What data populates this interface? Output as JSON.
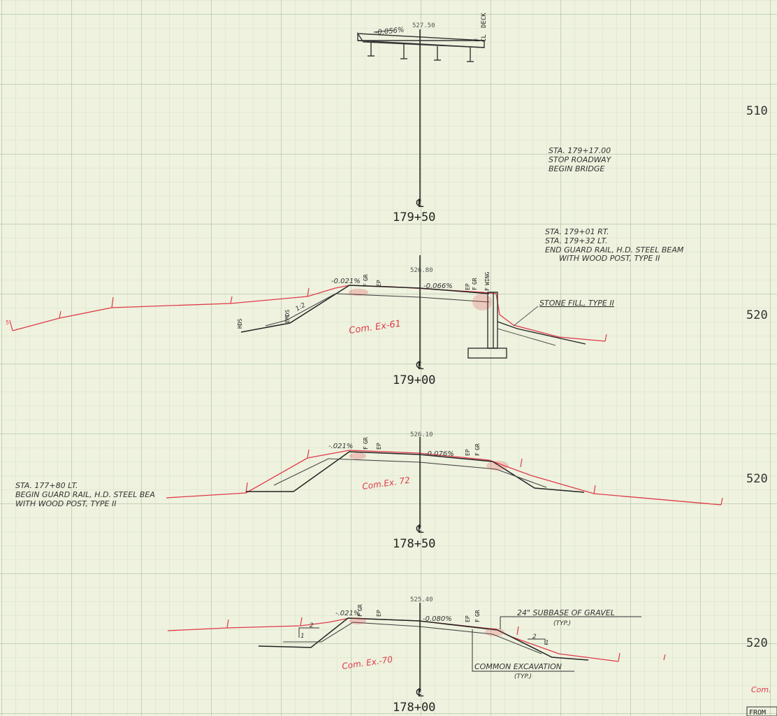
{
  "colors": {
    "ink": "#222222",
    "red": "#e03a4a",
    "pencil": "#555555",
    "paper": "#eef2de"
  },
  "elevations": {
    "e1": "510",
    "e2": "520",
    "e3": "520",
    "e4": "520"
  },
  "top_section": {
    "elev": "527.50",
    "slope": "-0.056%",
    "labels": {
      "f": "F",
      "cl": "CL",
      "deck": "DECK"
    }
  },
  "note_bridge": {
    "l1": "STA. 179+17.00",
    "l2": "STOP ROADWAY",
    "l3": "BEGIN BRIDGE"
  },
  "cl": {
    "symbol": "℄",
    "s1": "179+50",
    "s2": "179+00",
    "s3": "178+50",
    "s4": "178+00"
  },
  "note_guardrail_end": {
    "l1": "STA. 179+01 RT.",
    "l2": "STA. 179+32 LT.",
    "l3": "END GUARD RAIL, H.D. STEEL BEAM",
    "l4": "WITH WOOD POST, TYPE II"
  },
  "sec2": {
    "elev": "526.80",
    "slope_l": "-0.021%",
    "slope_r": "-0.066%",
    "f": "F",
    "gr": "GR",
    "ep": "EP",
    "wing": "WING",
    "hds": "HDS",
    "emds": "EMDS",
    "ratio": "1:2",
    "stone_fill": "STONE FILL, TYPE II",
    "excav": "Com. Ex-61",
    "edge_mark": "5"
  },
  "sec3": {
    "elev": "526.10",
    "slope_l": "-.021%",
    "slope_r": "-0.076%",
    "f": "F",
    "gr": "GR",
    "ep": "EP",
    "excav": "Com.Ex. 72",
    "note_l1": "STA. 177+80 LT.",
    "note_l2": "BEGIN GUARD RAIL, H.D. STEEL BEA",
    "note_l3": "WITH WOOD POST, TYPE II"
  },
  "sec4": {
    "elev": "525.40",
    "slope_l": "-.021%",
    "slope_r": "-0.080%",
    "f": "F",
    "gr": "GR",
    "ep": "EP",
    "subbase_l1": "24\" SUBBASE OF GRAVEL",
    "subbase_l2": "(TYP.)",
    "excav_l1": "COMMON EXCAVATION",
    "excav_l2": "(TYP.)",
    "excav": "Com. Ex.-70",
    "slope_num": "2",
    "slope_den": "1"
  },
  "corner": {
    "com": "Com.",
    "from": "FROM"
  }
}
